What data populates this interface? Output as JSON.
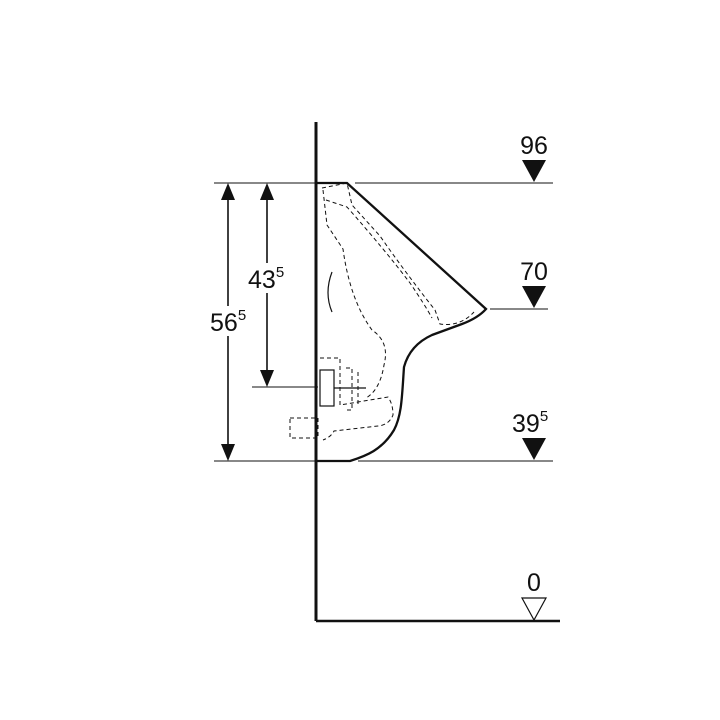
{
  "levels": {
    "top": {
      "main": "96",
      "sup": ""
    },
    "lip": {
      "main": "70",
      "sup": ""
    },
    "bottom": {
      "main": "39",
      "sup": "5"
    },
    "floor": {
      "main": "0",
      "sup": ""
    }
  },
  "dimensions": {
    "inner": {
      "main": "43",
      "sup": "5"
    },
    "outer": {
      "main": "56",
      "sup": "5"
    }
  },
  "colors": {
    "line": "#111111",
    "background": "#ffffff"
  },
  "icons": {
    "filled_marker": "filled-down-triangle",
    "floor_marker": "outline-down-triangle"
  }
}
